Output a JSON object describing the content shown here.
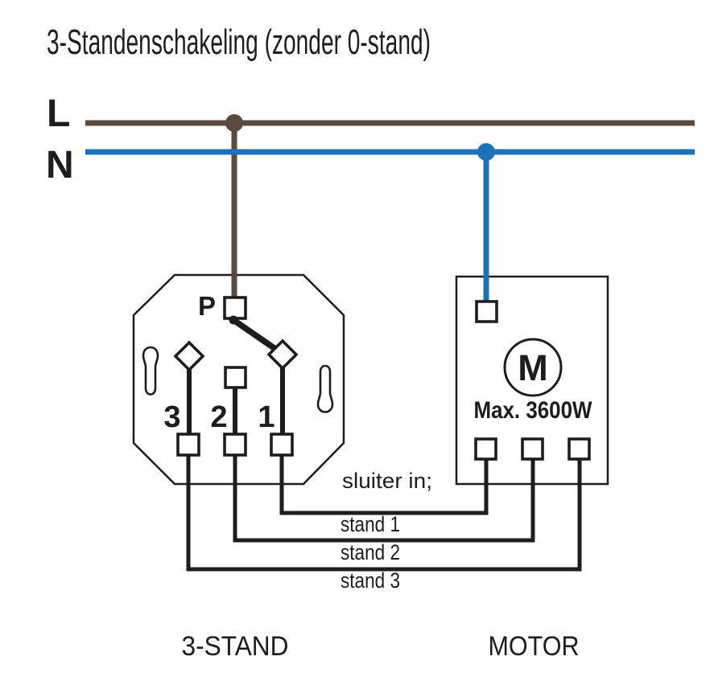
{
  "title": "3-Standenschakeling (zonder 0-stand)",
  "power": {
    "live_label": "L",
    "neutral_label": "N"
  },
  "switch_unit": {
    "feed_terminal_label": "P",
    "positions": [
      "3",
      "2",
      "1"
    ],
    "caption": "3-STAND"
  },
  "motor_unit": {
    "symbol": "M",
    "rating": "Max. 3600W",
    "caption": "MOTOR"
  },
  "wire_labels": {
    "closes_in": "sluiter in;",
    "stand_1": "stand 1",
    "stand_2": "stand 2",
    "stand_3": "stand 3"
  },
  "colors": {
    "live_brown": "#5a4a3e",
    "neutral_blue": "#1d71b8",
    "ink": "#1d1d1b"
  }
}
